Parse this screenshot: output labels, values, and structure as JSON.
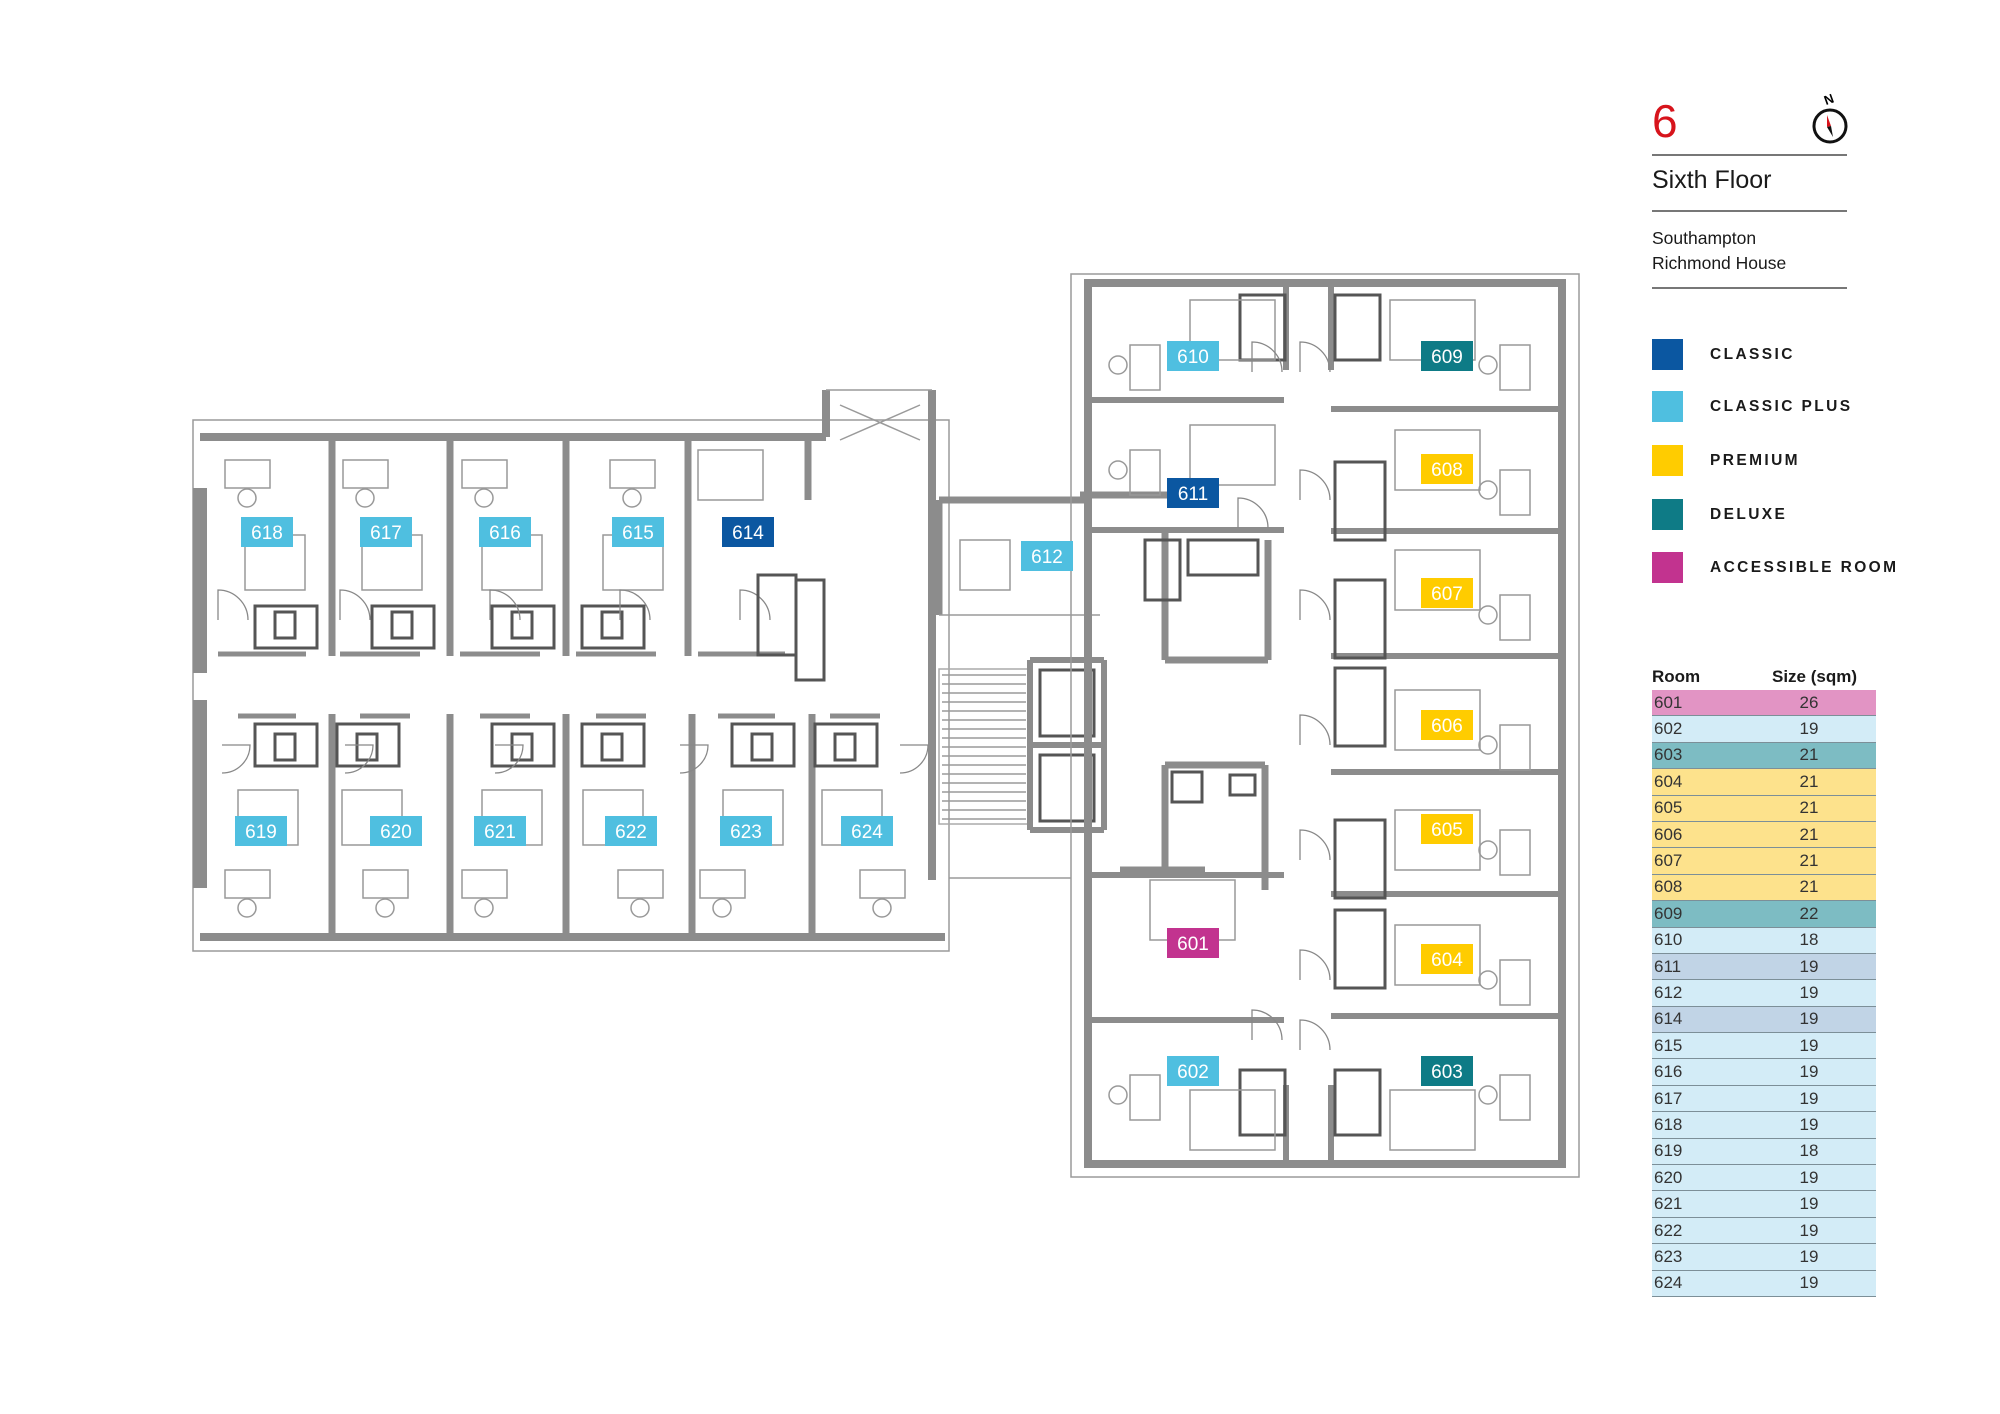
{
  "header": {
    "floor_number": "6",
    "floor_name": "Sixth Floor",
    "building_line1": "Southampton",
    "building_line2": "Richmond House",
    "compass_label": "N"
  },
  "colors": {
    "classic": "#0b57a1",
    "classic_plus": "#4fbfe0",
    "premium": "#ffcc00",
    "deluxe": "#0e7b86",
    "accessible": "#c2338f",
    "floor_number": "#d7141c"
  },
  "legend": [
    {
      "type": "classic",
      "label": "CLASSIC",
      "color": "#0b57a1"
    },
    {
      "type": "classic_plus",
      "label": "CLASSIC PLUS",
      "color": "#4fbfe0"
    },
    {
      "type": "premium",
      "label": "PREMIUM",
      "color": "#ffcc00"
    },
    {
      "type": "deluxe",
      "label": "DELUXE",
      "color": "#0e7b86"
    },
    {
      "type": "accessible",
      "label": "ACCESSIBLE ROOM",
      "color": "#c2338f"
    }
  ],
  "table": {
    "headers": [
      "Room",
      "Size (sqm)"
    ],
    "rows": [
      {
        "room": "601",
        "size": "26",
        "type": "accessible",
        "bg": "#e294c4"
      },
      {
        "room": "602",
        "size": "19",
        "type": "classic_plus",
        "bg": "#d3ecf7"
      },
      {
        "room": "603",
        "size": "21",
        "type": "deluxe",
        "bg": "#7dbcc3"
      },
      {
        "room": "604",
        "size": "21",
        "type": "premium",
        "bg": "#fde28c"
      },
      {
        "room": "605",
        "size": "21",
        "type": "premium",
        "bg": "#fde28c"
      },
      {
        "room": "606",
        "size": "21",
        "type": "premium",
        "bg": "#fde28c"
      },
      {
        "room": "607",
        "size": "21",
        "type": "premium",
        "bg": "#fde28c"
      },
      {
        "room": "608",
        "size": "21",
        "type": "premium",
        "bg": "#fde28c"
      },
      {
        "room": "609",
        "size": "22",
        "type": "deluxe",
        "bg": "#7dbcc3"
      },
      {
        "room": "610",
        "size": "18",
        "type": "classic_plus",
        "bg": "#d3ecf7"
      },
      {
        "room": "611",
        "size": "19",
        "type": "classic",
        "bg": "#c1d4e6"
      },
      {
        "room": "612",
        "size": "19",
        "type": "classic_plus",
        "bg": "#d3ecf7"
      },
      {
        "room": "614",
        "size": "19",
        "type": "classic",
        "bg": "#c1d4e6"
      },
      {
        "room": "615",
        "size": "19",
        "type": "classic_plus",
        "bg": "#d3ecf7"
      },
      {
        "room": "616",
        "size": "19",
        "type": "classic_plus",
        "bg": "#d3ecf7"
      },
      {
        "room": "617",
        "size": "19",
        "type": "classic_plus",
        "bg": "#d3ecf7"
      },
      {
        "room": "618",
        "size": "19",
        "type": "classic_plus",
        "bg": "#d3ecf7"
      },
      {
        "room": "619",
        "size": "18",
        "type": "classic_plus",
        "bg": "#d3ecf7"
      },
      {
        "room": "620",
        "size": "19",
        "type": "classic_plus",
        "bg": "#d3ecf7"
      },
      {
        "room": "621",
        "size": "19",
        "type": "classic_plus",
        "bg": "#d3ecf7"
      },
      {
        "room": "622",
        "size": "19",
        "type": "classic_plus",
        "bg": "#d3ecf7"
      },
      {
        "room": "623",
        "size": "19",
        "type": "classic_plus",
        "bg": "#d3ecf7"
      },
      {
        "room": "624",
        "size": "19",
        "type": "classic_plus",
        "bg": "#d3ecf7"
      }
    ]
  },
  "rooms": [
    {
      "id": "601",
      "type": "accessible"
    },
    {
      "id": "602",
      "type": "classic_plus"
    },
    {
      "id": "603",
      "type": "deluxe"
    },
    {
      "id": "604",
      "type": "premium"
    },
    {
      "id": "605",
      "type": "premium"
    },
    {
      "id": "606",
      "type": "premium"
    },
    {
      "id": "607",
      "type": "premium"
    },
    {
      "id": "608",
      "type": "premium"
    },
    {
      "id": "609",
      "type": "deluxe"
    },
    {
      "id": "610",
      "type": "classic_plus"
    },
    {
      "id": "611",
      "type": "classic"
    },
    {
      "id": "612",
      "type": "classic_plus"
    },
    {
      "id": "614",
      "type": "classic"
    },
    {
      "id": "615",
      "type": "classic_plus"
    },
    {
      "id": "616",
      "type": "classic_plus"
    },
    {
      "id": "617",
      "type": "classic_plus"
    },
    {
      "id": "618",
      "type": "classic_plus"
    },
    {
      "id": "619",
      "type": "classic_plus"
    },
    {
      "id": "620",
      "type": "classic_plus"
    },
    {
      "id": "621",
      "type": "classic_plus"
    },
    {
      "id": "622",
      "type": "classic_plus"
    },
    {
      "id": "623",
      "type": "classic_plus"
    },
    {
      "id": "624",
      "type": "classic_plus"
    }
  ]
}
